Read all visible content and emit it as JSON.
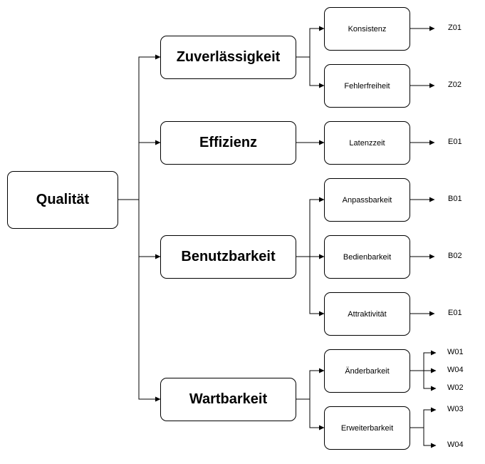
{
  "root": {
    "label": "Qualität"
  },
  "categories": {
    "zuv": {
      "label": "Zuverlässigkeit"
    },
    "eff": {
      "label": "Effizienz"
    },
    "ben": {
      "label": "Benutzbarkeit"
    },
    "wart": {
      "label": "Wartbarkeit"
    }
  },
  "subs": {
    "konsistenz": {
      "label": "Konsistenz"
    },
    "fehlerfreiheit": {
      "label": "Fehlerfreiheit"
    },
    "latenzzeit": {
      "label": "Latenzzeit"
    },
    "anpassbarkeit": {
      "label": "Anpassbarkeit"
    },
    "bedienbarkeit": {
      "label": "Bedienbarkeit"
    },
    "attraktivitaet": {
      "label": "Attraktivität"
    },
    "aenderbarkeit": {
      "label": "Änderbarkeit"
    },
    "erweiterbarkeit": {
      "label": "Erweiterbarkeit"
    }
  },
  "codes": {
    "konsistenz": "Z01",
    "fehlerfreiheit": "Z02",
    "latenzzeit": "E01",
    "anpassbarkeit": "B01",
    "bedienbarkeit": "B02",
    "attraktivitaet": "E01",
    "aenderbarkeit_1": "W01",
    "aenderbarkeit_2": "W04",
    "aenderbarkeit_3": "W02",
    "erweiterbarkeit_1": "W03",
    "erweiterbarkeit_2": "W04"
  }
}
